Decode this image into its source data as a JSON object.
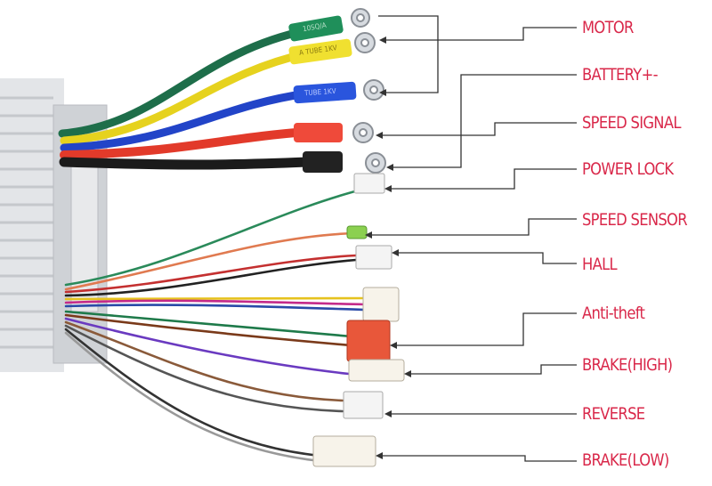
{
  "labels": {
    "motor": "MOTOR",
    "battery": "BATTERY+-",
    "speed_signal": "SPEED SIGNAL",
    "power_lock": "POWER LOCK",
    "speed_sensor": "SPEED SENSOR",
    "hall": "HALL",
    "anti_theft": "Anti-theft",
    "brake_high": "BRAKE(HIGH)",
    "reverse": "REVERSE",
    "brake_low": "BRAKE(LOW)"
  },
  "sleeves": {
    "green": "10SQ/A",
    "yellow": "A TUBE 1KV",
    "blue": "TUBE 1KV"
  },
  "colors": {
    "label_text": "#d9284a",
    "leader_line": "#333333",
    "housing": "#d8dadd",
    "wire_green": "#1e6e4a",
    "wire_yellow": "#e6d21e",
    "wire_blue": "#2244c8",
    "wire_red": "#e23a2a",
    "wire_black": "#1b1b1b"
  }
}
